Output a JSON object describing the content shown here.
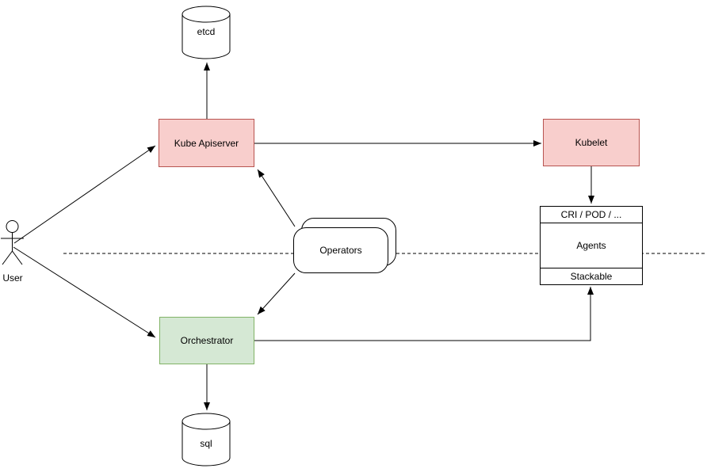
{
  "diagram": {
    "kind": "architecture-diagram",
    "background": "#ffffff",
    "stroke_color": "#000000",
    "colors": {
      "pink_fill": "#f8cecc",
      "pink_border": "#b85450",
      "green_fill": "#d5e8d4",
      "green_border": "#82b366"
    },
    "nodes": {
      "etcd": {
        "label": "etcd",
        "shape": "cylinder"
      },
      "kube_apiserver": {
        "label": "Kube Apiserver",
        "shape": "rect",
        "fill": "#f8cecc"
      },
      "kubelet": {
        "label": "Kubelet",
        "shape": "rect",
        "fill": "#f8cecc"
      },
      "operators": {
        "label": "Operators",
        "shape": "stacked-rounded-rect"
      },
      "orchestrator": {
        "label": "Orchestrator",
        "shape": "rect",
        "fill": "#d5e8d4"
      },
      "agents_stack": {
        "header": "CRI / POD / ...",
        "body": "Agents",
        "footer": "Stackable",
        "shape": "partitioned-rect"
      },
      "sql": {
        "label": "sql",
        "shape": "cylinder"
      },
      "user": {
        "label": "User",
        "shape": "actor"
      }
    },
    "edges": [
      {
        "from": "User",
        "to": "Kube Apiserver",
        "arrow": true,
        "style": "solid"
      },
      {
        "from": "User",
        "to": "Orchestrator",
        "arrow": true,
        "style": "solid"
      },
      {
        "from": "Kube Apiserver",
        "to": "etcd",
        "arrow": true,
        "style": "solid"
      },
      {
        "from": "Kube Apiserver",
        "to": "Kubelet",
        "arrow": true,
        "style": "solid"
      },
      {
        "from": "Kubelet",
        "to": "CRI / POD / ...",
        "arrow": true,
        "style": "solid"
      },
      {
        "from": "Operators",
        "to": "Kube Apiserver",
        "arrow": true,
        "style": "solid"
      },
      {
        "from": "Operators",
        "to": "Orchestrator",
        "arrow": true,
        "style": "solid"
      },
      {
        "from": "Orchestrator",
        "to": "sql",
        "arrow": true,
        "style": "solid"
      },
      {
        "from": "Orchestrator",
        "to": "Stackable",
        "arrow": true,
        "style": "solid",
        "routing": "elbow"
      },
      {
        "name": "boundary",
        "style": "dashed",
        "arrow": false
      }
    ]
  }
}
